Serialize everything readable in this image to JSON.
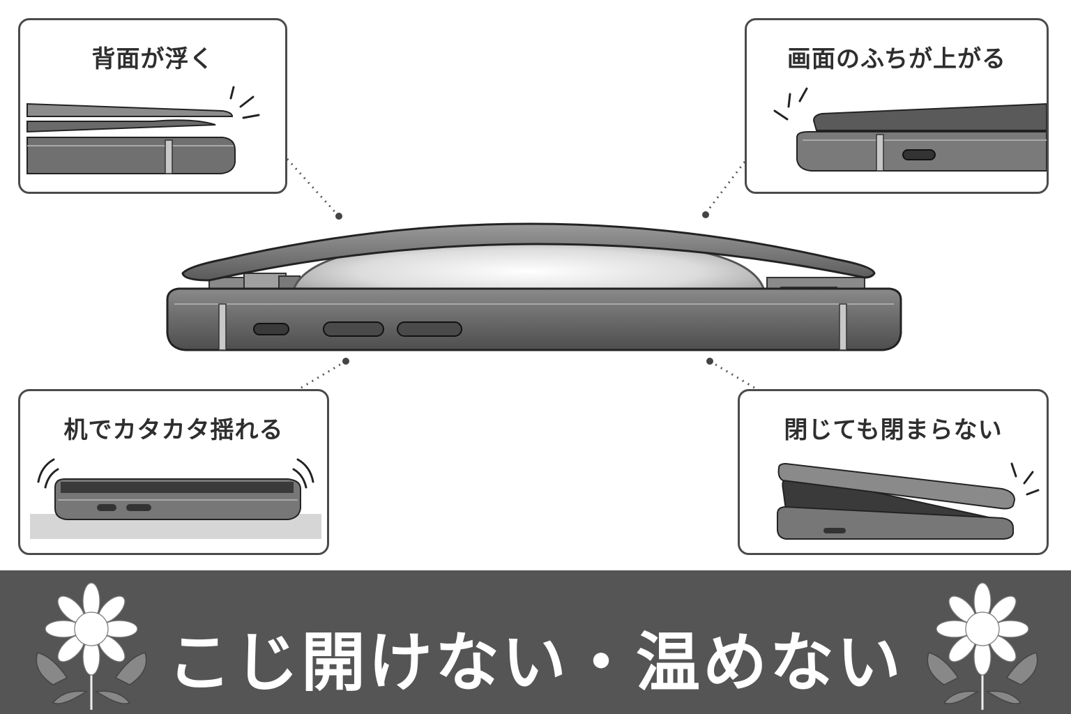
{
  "panels": {
    "top_left": {
      "label": "背面が浮く"
    },
    "top_right": {
      "label": "画面のふちが上がる"
    },
    "bottom_left": {
      "label": "机でカタカタ揺れる"
    },
    "bottom_right": {
      "label": "閉じても閉まらない"
    }
  },
  "banner": {
    "headline": "こじ開けない・温めない"
  },
  "colors": {
    "banner_bg": "#555555",
    "border": "#4a4a4a",
    "phone_frame": "#6b6b6b",
    "battery": "#d8d8d8"
  }
}
